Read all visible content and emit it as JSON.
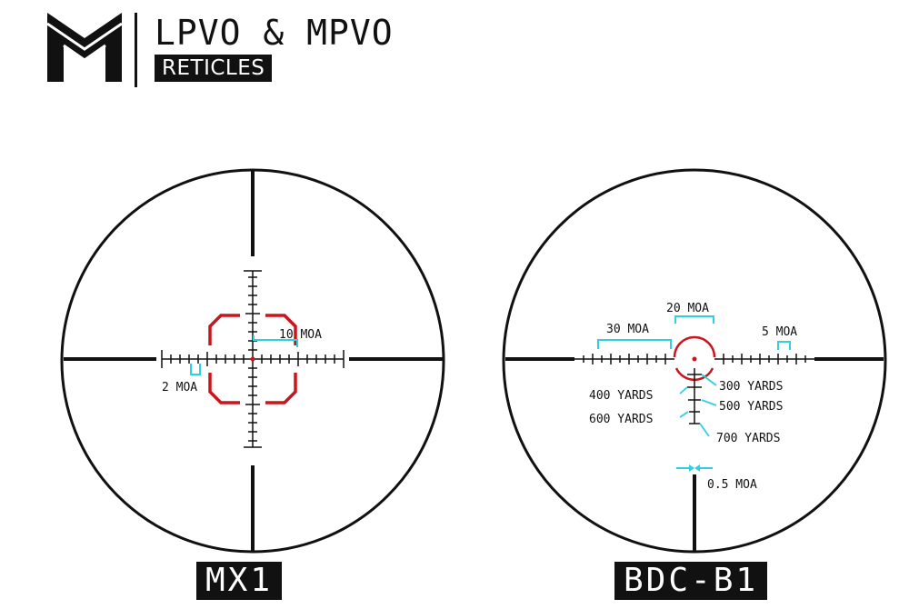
{
  "header": {
    "title": "LPVO & MPVO",
    "subtitle": "RETICLES"
  },
  "reticles": [
    {
      "name": "MX1",
      "annotations": {
        "moa_10": "10 MOA",
        "moa_2": "2 MOA"
      }
    },
    {
      "name": "BDC-B1",
      "annotations": {
        "moa_30": "30 MOA",
        "moa_20": "20 MOA",
        "moa_5": "5 MOA",
        "yards_300": "300 YARDS",
        "yards_400": "400 YARDS",
        "yards_500": "500 YARDS",
        "yards_600": "600 YARDS",
        "yards_700": "700 YARDS",
        "moa_half": "0.5 MOA"
      }
    }
  ],
  "colors": {
    "reticle_line": "#111111",
    "illumination": "#c8161d",
    "callout": "#2fd0e0"
  },
  "icons": [
    "brand-logo-icon"
  ]
}
